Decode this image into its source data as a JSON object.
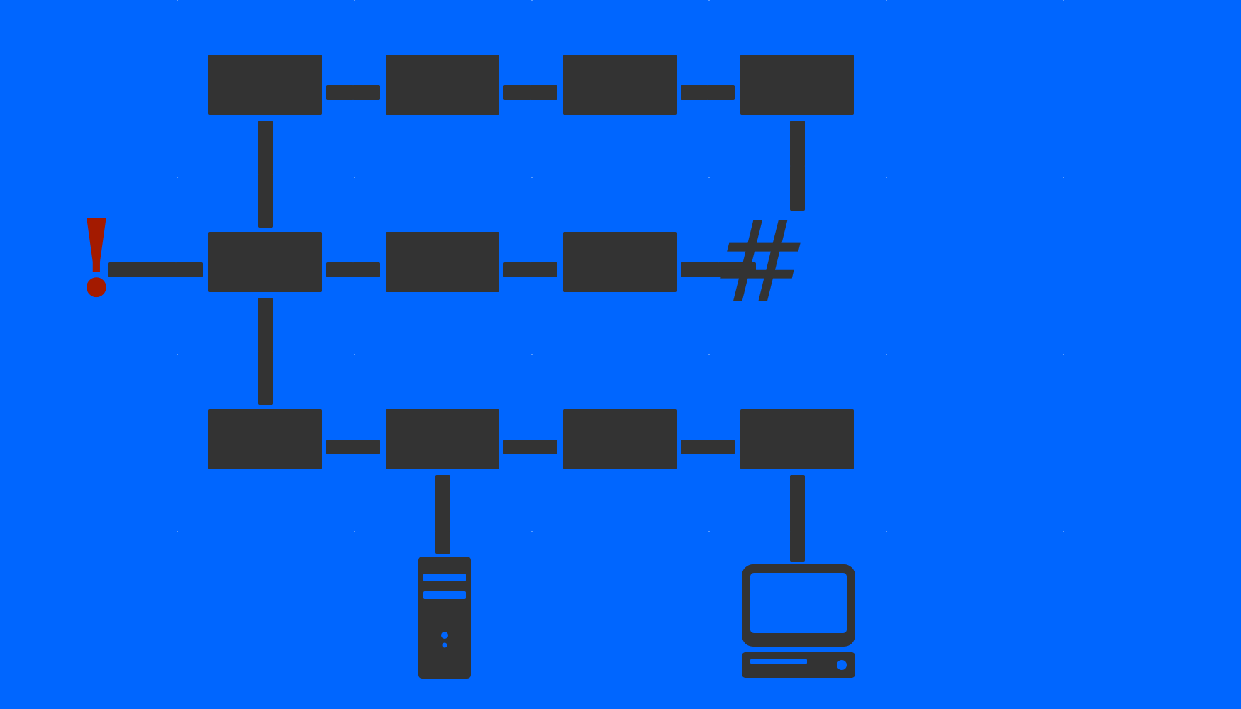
{
  "theme": {
    "background": "#0066ff",
    "tile_color": "#333333",
    "alert_color": "#a31a00"
  },
  "board": {
    "rows": 3,
    "cols": 4,
    "tiles": [
      {
        "row": 0,
        "col": 0,
        "kind": "blank"
      },
      {
        "row": 0,
        "col": 1,
        "kind": "blank"
      },
      {
        "row": 0,
        "col": 2,
        "kind": "blank"
      },
      {
        "row": 0,
        "col": 3,
        "kind": "blank"
      },
      {
        "row": 1,
        "col": 0,
        "kind": "blank"
      },
      {
        "row": 1,
        "col": 1,
        "kind": "blank"
      },
      {
        "row": 1,
        "col": 2,
        "kind": "blank"
      },
      {
        "row": 1,
        "col": 3,
        "kind": "hash"
      },
      {
        "row": 2,
        "col": 0,
        "kind": "blank"
      },
      {
        "row": 2,
        "col": 1,
        "kind": "blank"
      },
      {
        "row": 2,
        "col": 2,
        "kind": "blank"
      },
      {
        "row": 2,
        "col": 3,
        "kind": "blank"
      }
    ],
    "links": [
      {
        "from": [
          0,
          0
        ],
        "to": [
          0,
          1
        ]
      },
      {
        "from": [
          0,
          1
        ],
        "to": [
          0,
          2
        ]
      },
      {
        "from": [
          0,
          2
        ],
        "to": [
          0,
          3
        ]
      },
      {
        "from": [
          0,
          0
        ],
        "to": [
          1,
          0
        ]
      },
      {
        "from": [
          0,
          3
        ],
        "to": [
          1,
          3
        ]
      },
      {
        "from": [
          1,
          0
        ],
        "to": [
          1,
          1
        ]
      },
      {
        "from": [
          1,
          1
        ],
        "to": [
          1,
          2
        ]
      },
      {
        "from": [
          1,
          2
        ],
        "to": [
          1,
          3
        ]
      },
      {
        "from": [
          1,
          0
        ],
        "to": [
          2,
          0
        ]
      },
      {
        "from": [
          2,
          0
        ],
        "to": [
          2,
          1
        ]
      },
      {
        "from": [
          2,
          1
        ],
        "to": [
          2,
          2
        ]
      },
      {
        "from": [
          2,
          2
        ],
        "to": [
          2,
          3
        ]
      }
    ],
    "source": {
      "attached_to": [
        1,
        0
      ],
      "side": "left"
    },
    "terminals": [
      {
        "attached_to": [
          2,
          1
        ],
        "device": "server-tower"
      },
      {
        "attached_to": [
          2,
          3
        ],
        "device": "desktop-computer"
      }
    ]
  },
  "glyphs": {
    "alert": "!",
    "hash": "#"
  },
  "icons": {
    "alert": "exclamation-icon",
    "hash": "hash-icon",
    "server": "server-tower-icon",
    "desktop": "desktop-computer-icon"
  }
}
